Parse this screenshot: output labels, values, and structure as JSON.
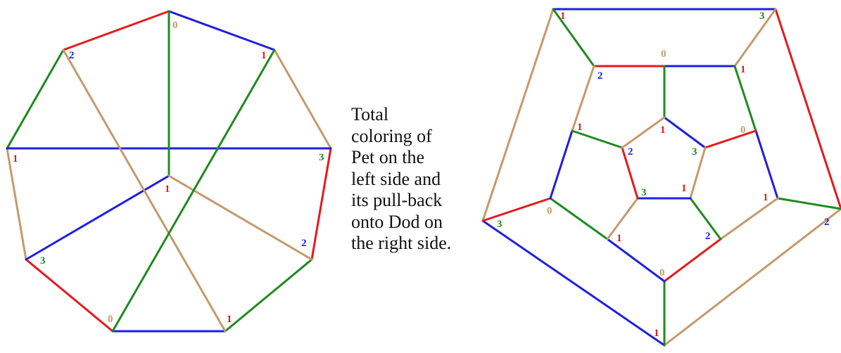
{
  "palette": {
    "red": "#e41a1c",
    "blue": "#1f1fe0",
    "green": "#1f8a1f",
    "tan": "#c49a6c"
  },
  "caption": {
    "lines": [
      "Total",
      "coloring of",
      "Pet on the",
      "left side and",
      "its pull-back",
      "onto Dod on",
      "the right side."
    ]
  },
  "left_graph": {
    "name": "Pet",
    "vertex_labels": [
      {
        "v": "top",
        "text": "0",
        "color": "tan"
      },
      {
        "v": "ur",
        "text": "1",
        "color": "red"
      },
      {
        "v": "ul",
        "text": "2",
        "color": "blue"
      },
      {
        "v": "l",
        "text": "1",
        "color": "red"
      },
      {
        "v": "r",
        "text": "3",
        "color": "green"
      },
      {
        "v": "c",
        "text": "1",
        "color": "red"
      },
      {
        "v": "ll",
        "text": "3",
        "color": "green"
      },
      {
        "v": "lr",
        "text": "2",
        "color": "blue"
      },
      {
        "v": "bl",
        "text": "0",
        "color": "tan"
      },
      {
        "v": "br",
        "text": "1",
        "color": "red"
      }
    ],
    "edges": [
      {
        "a": "ul",
        "b": "top",
        "color": "red"
      },
      {
        "a": "top",
        "b": "ur",
        "color": "blue"
      },
      {
        "a": "ur",
        "b": "r",
        "color": "tan"
      },
      {
        "a": "r",
        "b": "lr",
        "color": "red"
      },
      {
        "a": "lr",
        "b": "br",
        "color": "green"
      },
      {
        "a": "br",
        "b": "bl",
        "color": "blue"
      },
      {
        "a": "bl",
        "b": "ll",
        "color": "red"
      },
      {
        "a": "ll",
        "b": "l",
        "color": "tan"
      },
      {
        "a": "l",
        "b": "ul",
        "color": "green"
      },
      {
        "a": "l",
        "b": "r",
        "color": "blue"
      },
      {
        "a": "top",
        "b": "c",
        "color": "green"
      },
      {
        "a": "c",
        "b": "ll",
        "color": "blue"
      },
      {
        "a": "c",
        "b": "lr",
        "color": "tan"
      },
      {
        "a": "ul",
        "b": "br",
        "color": "tan"
      },
      {
        "a": "ur",
        "b": "bl",
        "color": "green"
      }
    ]
  },
  "right_graph": {
    "name": "Dod",
    "vertex_labels": [
      {
        "v": "o_ul",
        "text": "1",
        "color": "red"
      },
      {
        "v": "o_ur",
        "text": "3",
        "color": "green"
      },
      {
        "v": "o_l",
        "text": "3",
        "color": "green"
      },
      {
        "v": "o_r",
        "text": "2",
        "color": "blue"
      },
      {
        "v": "o_b",
        "text": "1",
        "color": "red"
      },
      {
        "v": "m_tl",
        "text": "2",
        "color": "blue"
      },
      {
        "v": "m_tc",
        "text": "0",
        "color": "tan"
      },
      {
        "v": "m_tr",
        "text": "1",
        "color": "red"
      },
      {
        "v": "m_rt",
        "text": "0",
        "color": "tan"
      },
      {
        "v": "m_rb",
        "text": "1",
        "color": "red"
      },
      {
        "v": "m_br",
        "text": "2",
        "color": "blue"
      },
      {
        "v": "m_b",
        "text": "0",
        "color": "tan"
      },
      {
        "v": "m_bl",
        "text": "1",
        "color": "red"
      },
      {
        "v": "m_lb",
        "text": "0",
        "color": "tan"
      },
      {
        "v": "m_lt",
        "text": "1",
        "color": "red"
      },
      {
        "v": "i_t",
        "text": "1",
        "color": "red"
      },
      {
        "v": "i_r",
        "text": "3",
        "color": "green"
      },
      {
        "v": "i_br",
        "text": "1",
        "color": "red"
      },
      {
        "v": "i_bl",
        "text": "3",
        "color": "green"
      },
      {
        "v": "i_l",
        "text": "2",
        "color": "blue"
      }
    ],
    "edges": [
      {
        "a": "o_ul",
        "b": "o_ur",
        "color": "blue"
      },
      {
        "a": "o_ur",
        "b": "o_r",
        "color": "red"
      },
      {
        "a": "o_r",
        "b": "o_b",
        "color": "tan"
      },
      {
        "a": "o_b",
        "b": "o_l",
        "color": "blue"
      },
      {
        "a": "o_l",
        "b": "o_ul",
        "color": "tan"
      },
      {
        "a": "o_ul",
        "b": "m_tl",
        "color": "green"
      },
      {
        "a": "o_ur",
        "b": "m_tr",
        "color": "tan"
      },
      {
        "a": "o_r",
        "b": "m_rb",
        "color": "green"
      },
      {
        "a": "o_b",
        "b": "m_b",
        "color": "green"
      },
      {
        "a": "o_l",
        "b": "m_lb",
        "color": "red"
      },
      {
        "a": "m_tl",
        "b": "m_tc",
        "color": "red"
      },
      {
        "a": "m_tc",
        "b": "m_tr",
        "color": "blue"
      },
      {
        "a": "m_tr",
        "b": "m_rt",
        "color": "green"
      },
      {
        "a": "m_rt",
        "b": "m_rb",
        "color": "blue"
      },
      {
        "a": "m_rb",
        "b": "m_br",
        "color": "tan"
      },
      {
        "a": "m_br",
        "b": "m_b",
        "color": "red"
      },
      {
        "a": "m_b",
        "b": "m_bl",
        "color": "blue"
      },
      {
        "a": "m_bl",
        "b": "m_lb",
        "color": "green"
      },
      {
        "a": "m_lb",
        "b": "m_lt",
        "color": "blue"
      },
      {
        "a": "m_lt",
        "b": "m_tl",
        "color": "tan"
      },
      {
        "a": "m_tc",
        "b": "i_t",
        "color": "green"
      },
      {
        "a": "m_rt",
        "b": "i_r",
        "color": "red"
      },
      {
        "a": "m_br",
        "b": "i_br",
        "color": "green"
      },
      {
        "a": "m_bl",
        "b": "i_bl",
        "color": "tan"
      },
      {
        "a": "m_lt",
        "b": "i_l",
        "color": "green"
      },
      {
        "a": "i_t",
        "b": "i_r",
        "color": "blue"
      },
      {
        "a": "i_r",
        "b": "i_br",
        "color": "tan"
      },
      {
        "a": "i_br",
        "b": "i_bl",
        "color": "blue"
      },
      {
        "a": "i_bl",
        "b": "i_l",
        "color": "red"
      },
      {
        "a": "i_l",
        "b": "i_t",
        "color": "tan"
      }
    ]
  }
}
